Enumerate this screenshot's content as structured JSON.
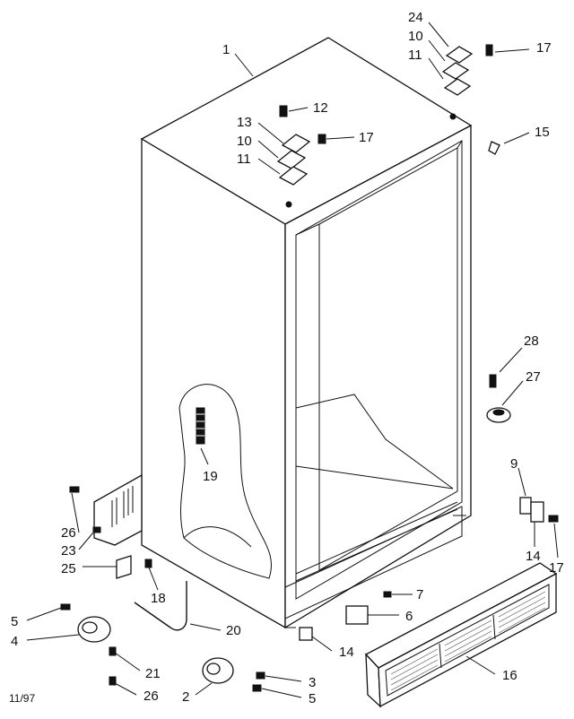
{
  "diagram": {
    "callouts": {
      "c1": "1",
      "c24": "24",
      "c10a": "10",
      "c11a": "11",
      "c17a": "17",
      "c12": "12",
      "c13": "13",
      "c10b": "10",
      "c17b": "17",
      "c11b": "11",
      "c15": "15",
      "c28": "28",
      "c27": "27",
      "c19": "19",
      "c9": "9",
      "c26a": "26",
      "c23": "23",
      "c25": "25",
      "c14a": "14",
      "c17c": "17",
      "c18": "18",
      "c7": "7",
      "c6": "6",
      "c5a": "5",
      "c20": "20",
      "c4": "4",
      "c14b": "14",
      "c16": "16",
      "c21": "21",
      "c3": "3",
      "c2": "2",
      "c5b": "5",
      "c26b": "26"
    },
    "footer": "11/97"
  }
}
